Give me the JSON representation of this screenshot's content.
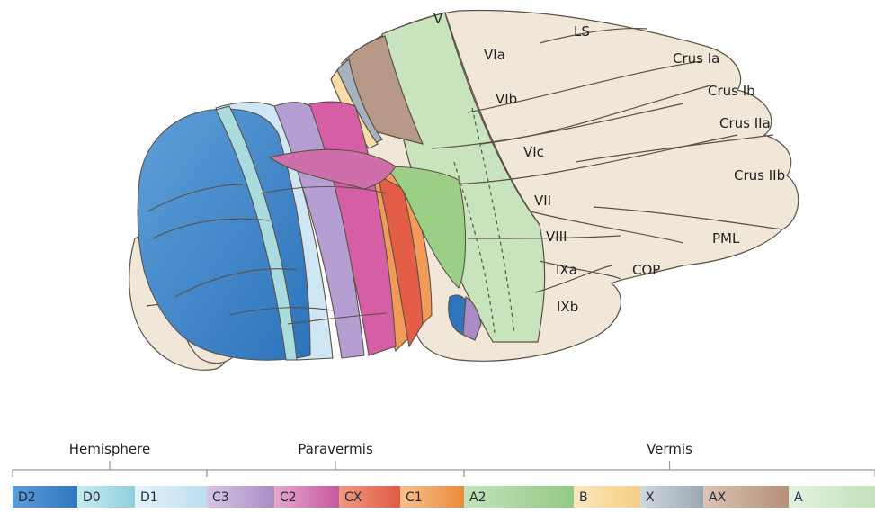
{
  "lobule_labels": [
    "V",
    "LS",
    "VIa",
    "Crus Ia",
    "VIb",
    "Crus Ib",
    "Crus IIa",
    "VIc",
    "Crus IIb",
    "VII",
    "VIII",
    "PML",
    "IXa",
    "COP",
    "IXb"
  ],
  "groups": [
    {
      "name": "Hemisphere",
      "span": [
        0,
        2
      ]
    },
    {
      "name": "Paravermis",
      "span": [
        3,
        6
      ]
    },
    {
      "name": "Vermis",
      "span": [
        7,
        11
      ]
    }
  ],
  "zones": [
    {
      "label": "D2",
      "color_from": "#2f76bd",
      "color_to": "#5b9fd8"
    },
    {
      "label": "D0",
      "color_from": "#8fd0dc",
      "color_to": "#c9ebef"
    },
    {
      "label": "D1",
      "color_from": "#bcdff0",
      "color_to": "#e6f3fa"
    },
    {
      "label": "C3",
      "color_from": "#a98cc6",
      "color_to": "#d6c6e4"
    },
    {
      "label": "C2",
      "color_from": "#c65a9f",
      "color_to": "#e6a8cd"
    },
    {
      "label": "CX",
      "color_from": "#e05a45",
      "color_to": "#f19a82"
    },
    {
      "label": "C1",
      "color_from": "#ea8c3e",
      "color_to": "#f7c08c"
    },
    {
      "label": "A2",
      "color_from": "#93c987",
      "color_to": "#c4e3b9"
    },
    {
      "label": "B",
      "color_from": "#f5cf85",
      "color_to": "#fbe6bd"
    },
    {
      "label": "X",
      "color_from": "#9aa8b4",
      "color_to": "#d0d8de"
    },
    {
      "label": "AX",
      "color_from": "#b58f79",
      "color_to": "#dcc4b4"
    },
    {
      "label": "A",
      "color_from": "#c2e2bb",
      "color_to": "#e3f2df"
    }
  ],
  "colors": {
    "tissue": "#f1e7d8",
    "outline": "#5a5048"
  }
}
